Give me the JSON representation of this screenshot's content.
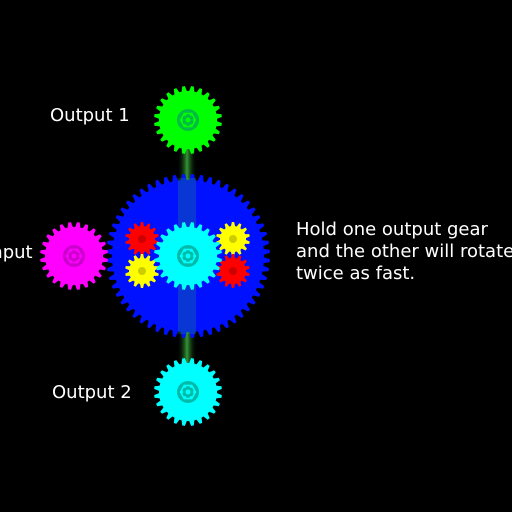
{
  "labels": {
    "output1": "Output 1",
    "output2": "Output 2",
    "input": "Input"
  },
  "instructions": {
    "line1": "Hold one output gear",
    "line2": "and the other will rotate",
    "line3": "twice as fast."
  },
  "colors": {
    "background": "#000000",
    "carrier": "#0011ff",
    "input_gear": "#ff00ff",
    "output1_gear": "#00ff00",
    "output2_gear": "#00ffff",
    "sun_gear": "#00ffff",
    "planet_red": "#ff0000",
    "planet_yellow": "#ffff00",
    "shaft": "#00aa00",
    "text": "#ffffff"
  },
  "gears": {
    "input": {
      "teeth": 24
    },
    "carrier": {
      "teeth": 56
    },
    "output1": {
      "teeth": 24
    },
    "output2": {
      "teeth": 24
    },
    "sun": {
      "teeth": 24
    },
    "planets": {
      "teeth": 14
    }
  }
}
